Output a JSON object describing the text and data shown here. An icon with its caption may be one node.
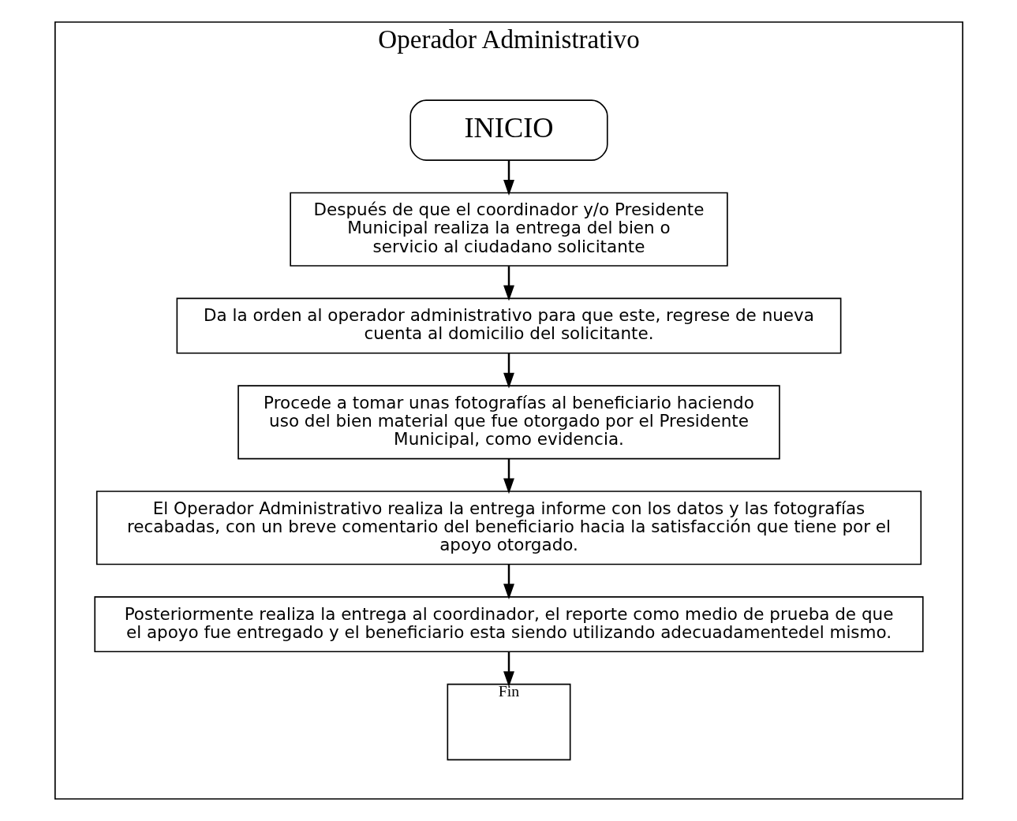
{
  "diagram": {
    "nodes": [
      {
        "text": [
          "Operador Administrativo"
        ]
      },
      {
        "text": [
          "INICIO"
        ],
        "in": 0
      },
      {
        "text": [
          "Después de que el coordinador y/o Presidente Municipal realiza la entrega del bien o servicio al ciudadano solicitante"
        ],
        "in": 0
      },
      {
        "text": [
          "Da la orden al operador administrativo para que este, regrese de nueva cuenta al domicilio del solicitante."
        ],
        "in": 0
      },
      {
        "text": [
          "Procede a tomar unas fotografías al beneficiario haciendo uso del bien material que fue otorgado por el Presidente Municipal, como evidencia."
        ],
        "in": 0
      },
      {
        "text": [
          "El Operador Administrativo realiza la entrega informe con los datos y las fotografías recabadas, con un breve comentario del beneficiario hacia la satisfacción que tiene por el apoyo otorgado."
        ],
        "in": 0
      },
      {
        "text": [
          "Posteriormente realiza la entrega al coordinador, el reporte como medio de prueba de que el apoyo fue entregado y el beneficiario esta siendo utilizando adecuadamentedel mismo."
        ],
        "in": 0
      },
      {
        "text": [
          "Fin"
        ],
        "in": 0
      }
    ],
    "edges": [
      {
        "from": 1,
        "to": 2,
        "arrow": "to"
      },
      {
        "from": 2,
        "to": 3,
        "arrow": "to"
      },
      {
        "from": 3,
        "to": 4,
        "arrow": "to"
      },
      {
        "from": 4,
        "to": 5,
        "arrow": "to"
      },
      {
        "from": 5,
        "to": 6,
        "arrow": "to"
      },
      {
        "from": 6,
        "to": 7,
        "arrow": "to"
      }
    ]
  }
}
